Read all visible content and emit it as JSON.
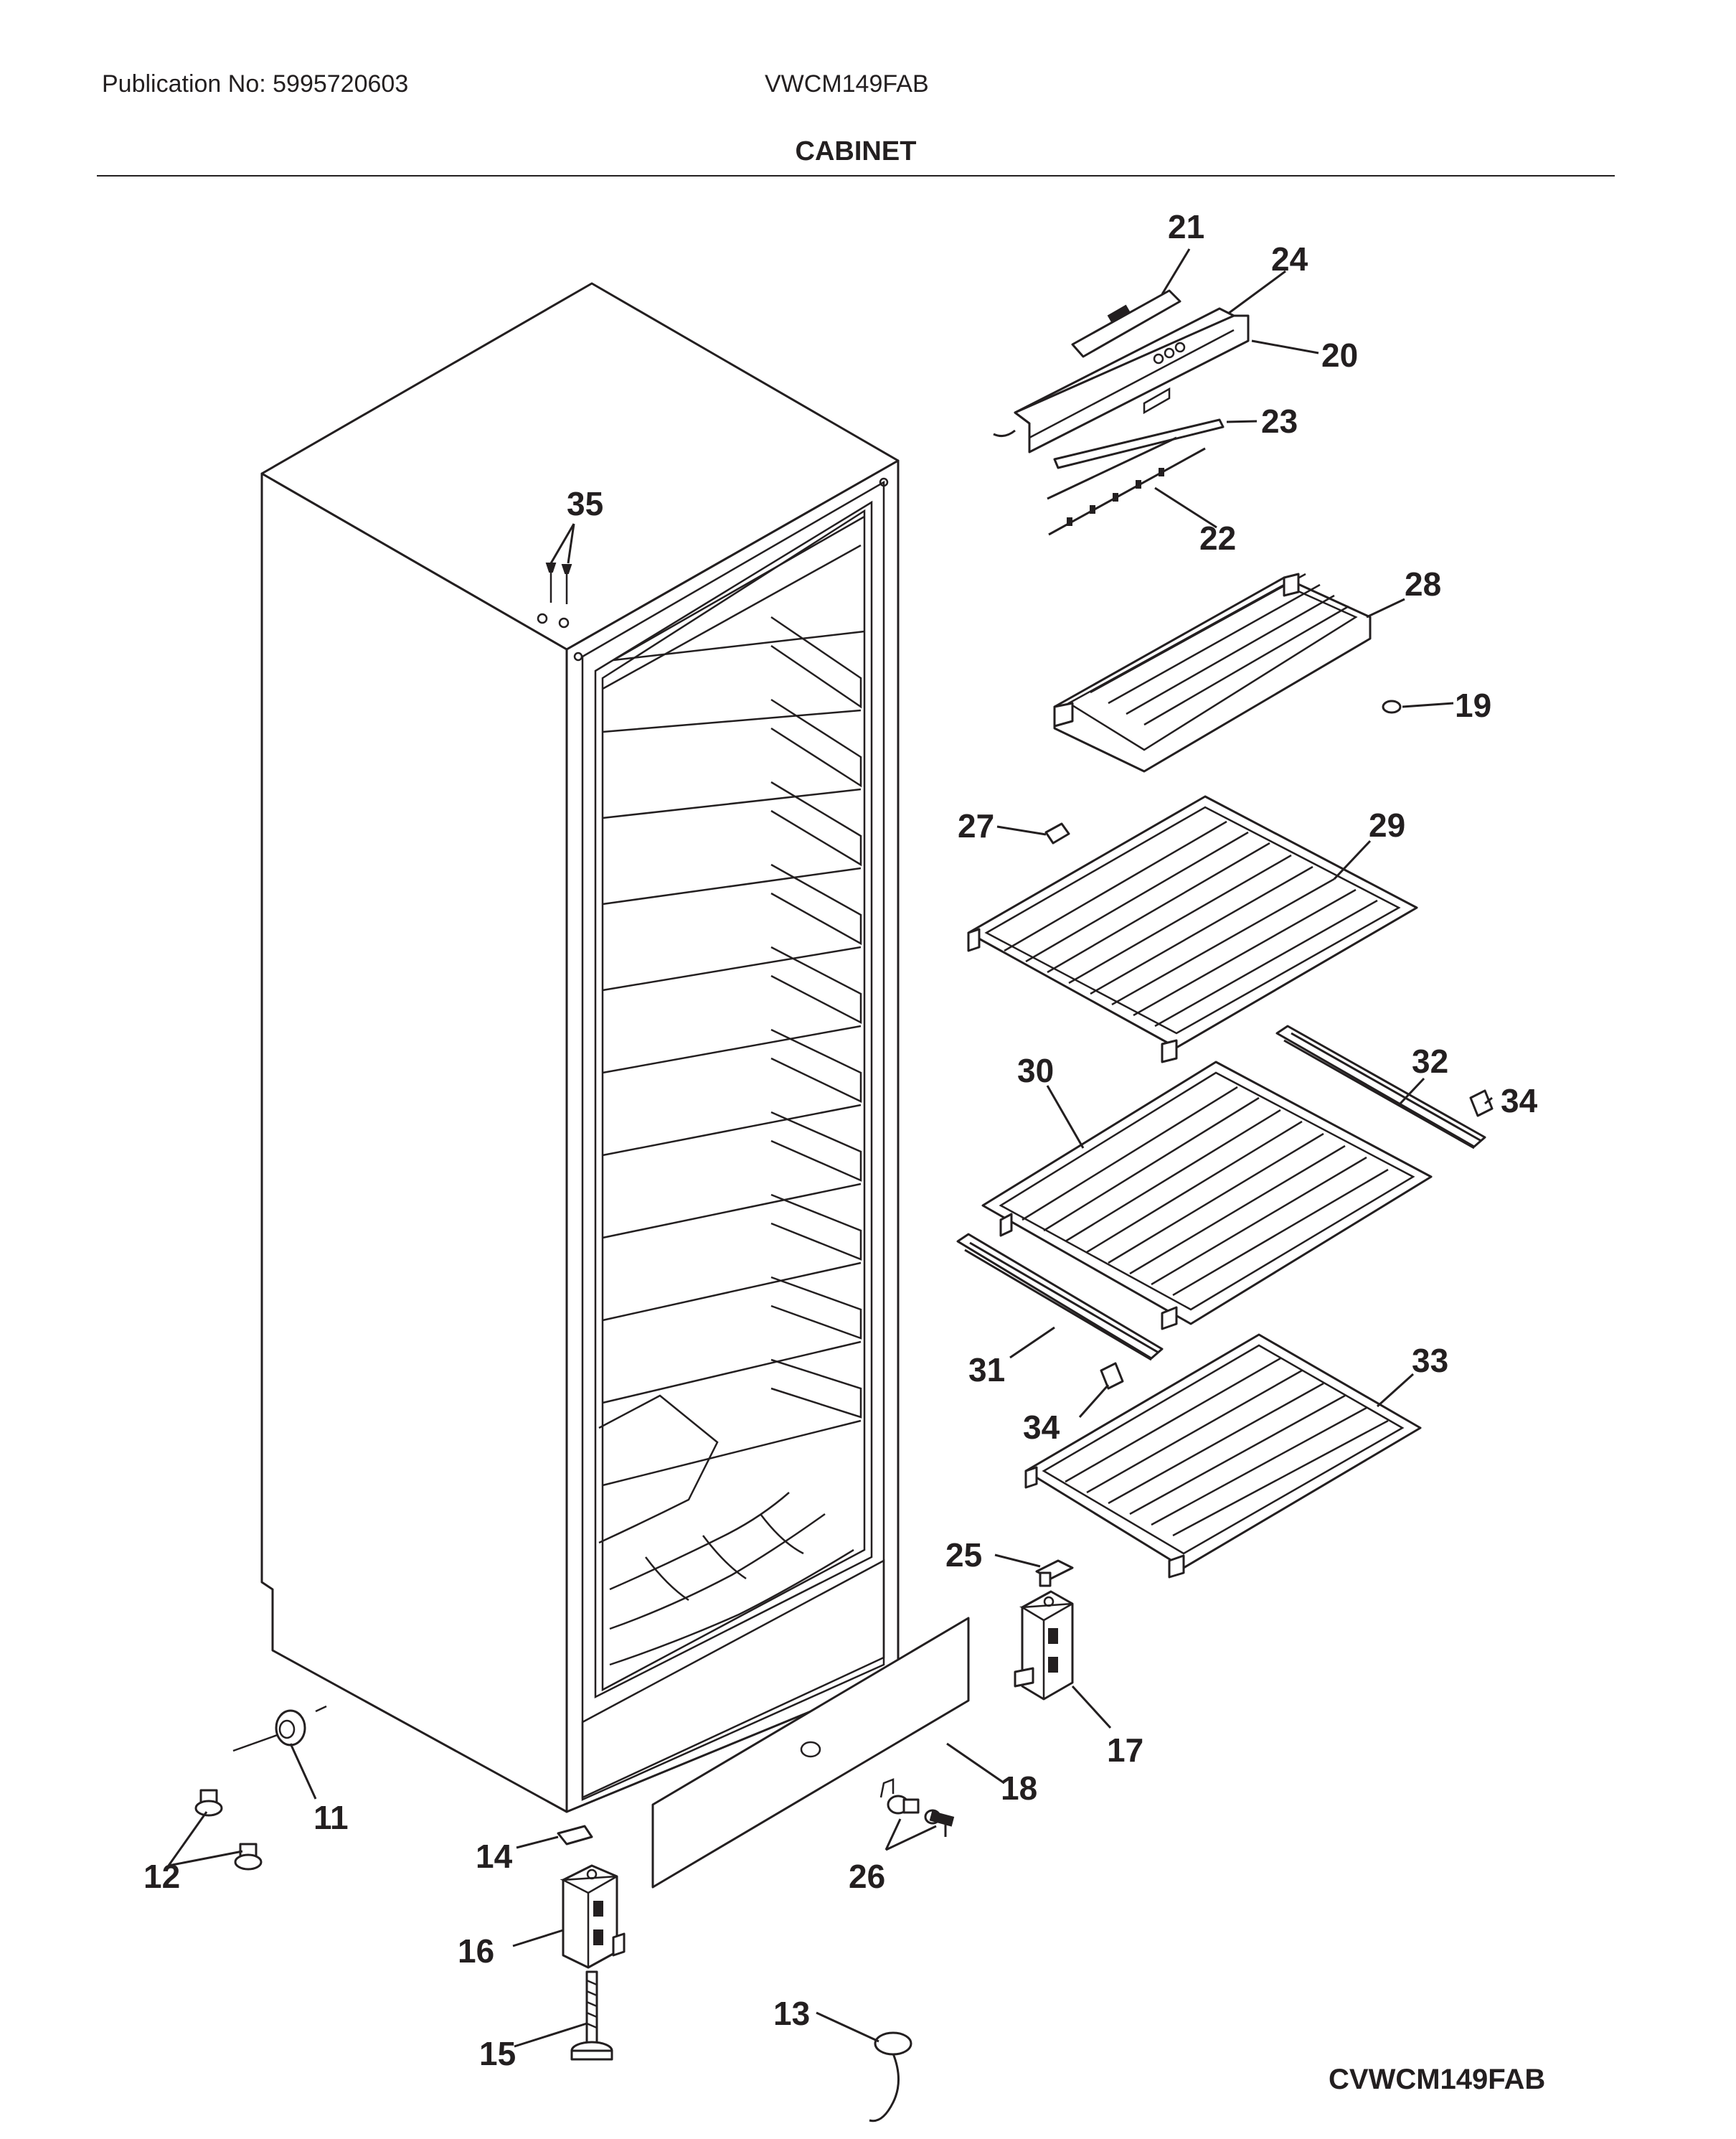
{
  "header": {
    "publication": "Publication No: 5995720603",
    "model": "VWCM149FAB",
    "section_title": "CABINET"
  },
  "footer": {
    "diagram_code": "CVWCM149FAB"
  },
  "parts": [
    {
      "id": "p11",
      "label": "11"
    },
    {
      "id": "p12",
      "label": "12"
    },
    {
      "id": "p13",
      "label": "13"
    },
    {
      "id": "p14",
      "label": "14"
    },
    {
      "id": "p15",
      "label": "15"
    },
    {
      "id": "p16",
      "label": "16"
    },
    {
      "id": "p17",
      "label": "17"
    },
    {
      "id": "p18",
      "label": "18"
    },
    {
      "id": "p19",
      "label": "19"
    },
    {
      "id": "p20",
      "label": "20"
    },
    {
      "id": "p21",
      "label": "21"
    },
    {
      "id": "p22",
      "label": "22"
    },
    {
      "id": "p23",
      "label": "23"
    },
    {
      "id": "p24",
      "label": "24"
    },
    {
      "id": "p25",
      "label": "25"
    },
    {
      "id": "p26",
      "label": "26"
    },
    {
      "id": "p27",
      "label": "27"
    },
    {
      "id": "p28",
      "label": "28"
    },
    {
      "id": "p29",
      "label": "29"
    },
    {
      "id": "p30",
      "label": "30"
    },
    {
      "id": "p31",
      "label": "31"
    },
    {
      "id": "p32",
      "label": "32"
    },
    {
      "id": "p33",
      "label": "33"
    },
    {
      "id": "p34a",
      "label": "34"
    },
    {
      "id": "p34b",
      "label": "34"
    },
    {
      "id": "p35",
      "label": "35"
    }
  ]
}
